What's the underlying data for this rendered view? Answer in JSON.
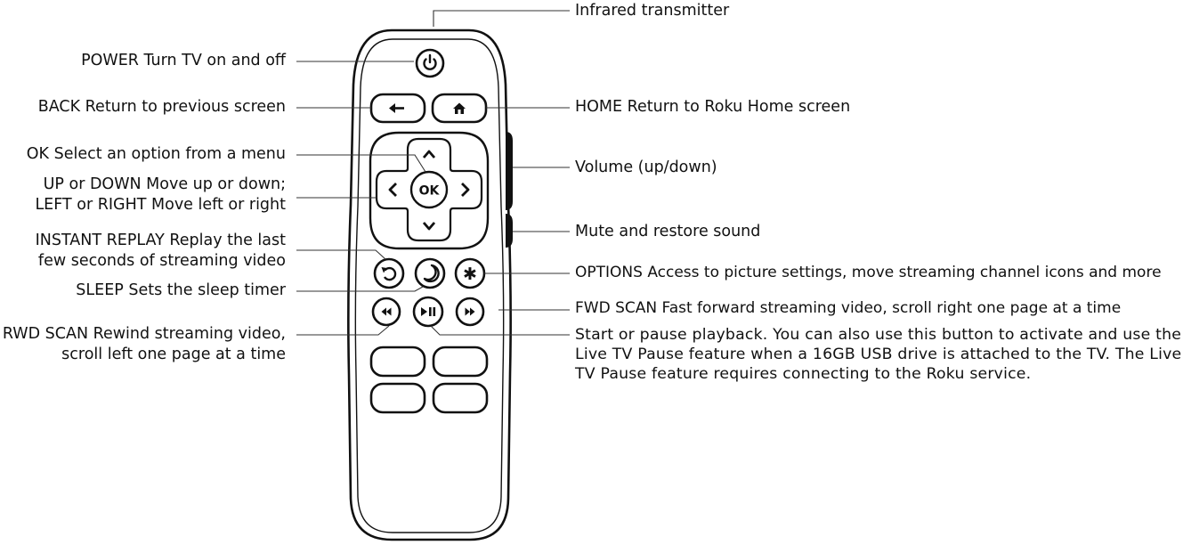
{
  "labels": {
    "infrared": "Infrared transmitter",
    "power": "POWER Turn TV on and off",
    "back": "BACK Return to previous screen",
    "home": "HOME Return to Roku Home screen",
    "ok": "OK Select an option from a menu",
    "updown_line1": "UP or DOWN Move up or down;",
    "updown_line2": "LEFT or RIGHT Move left or right",
    "volume": "Volume (up/down)",
    "mute": "Mute and restore sound",
    "replay_line1": "INSTANT REPLAY Replay the last",
    "replay_line2": "few seconds of streaming video",
    "options": "OPTIONS Access to picture settings, move streaming channel icons and more",
    "sleep": "SLEEP Sets the sleep timer",
    "fwd": "FWD SCAN Fast forward streaming video, scroll right one page at a time",
    "rwd_line1": "RWD SCAN Rewind streaming video,",
    "rwd_line2": "scroll left one page at a time",
    "play_line1": "Start or pause playback. You can also use this button to activate and use the",
    "play_line2": "Live TV Pause feature when a 16GB USB drive is attached to the TV. The Live",
    "play_line3": "TV Pause feature requires connecting to the Roku service."
  },
  "remote": {
    "ok_text": "OK",
    "options_symbol": "✱"
  },
  "colors": {
    "ink": "#111111",
    "leader": "#333333"
  }
}
